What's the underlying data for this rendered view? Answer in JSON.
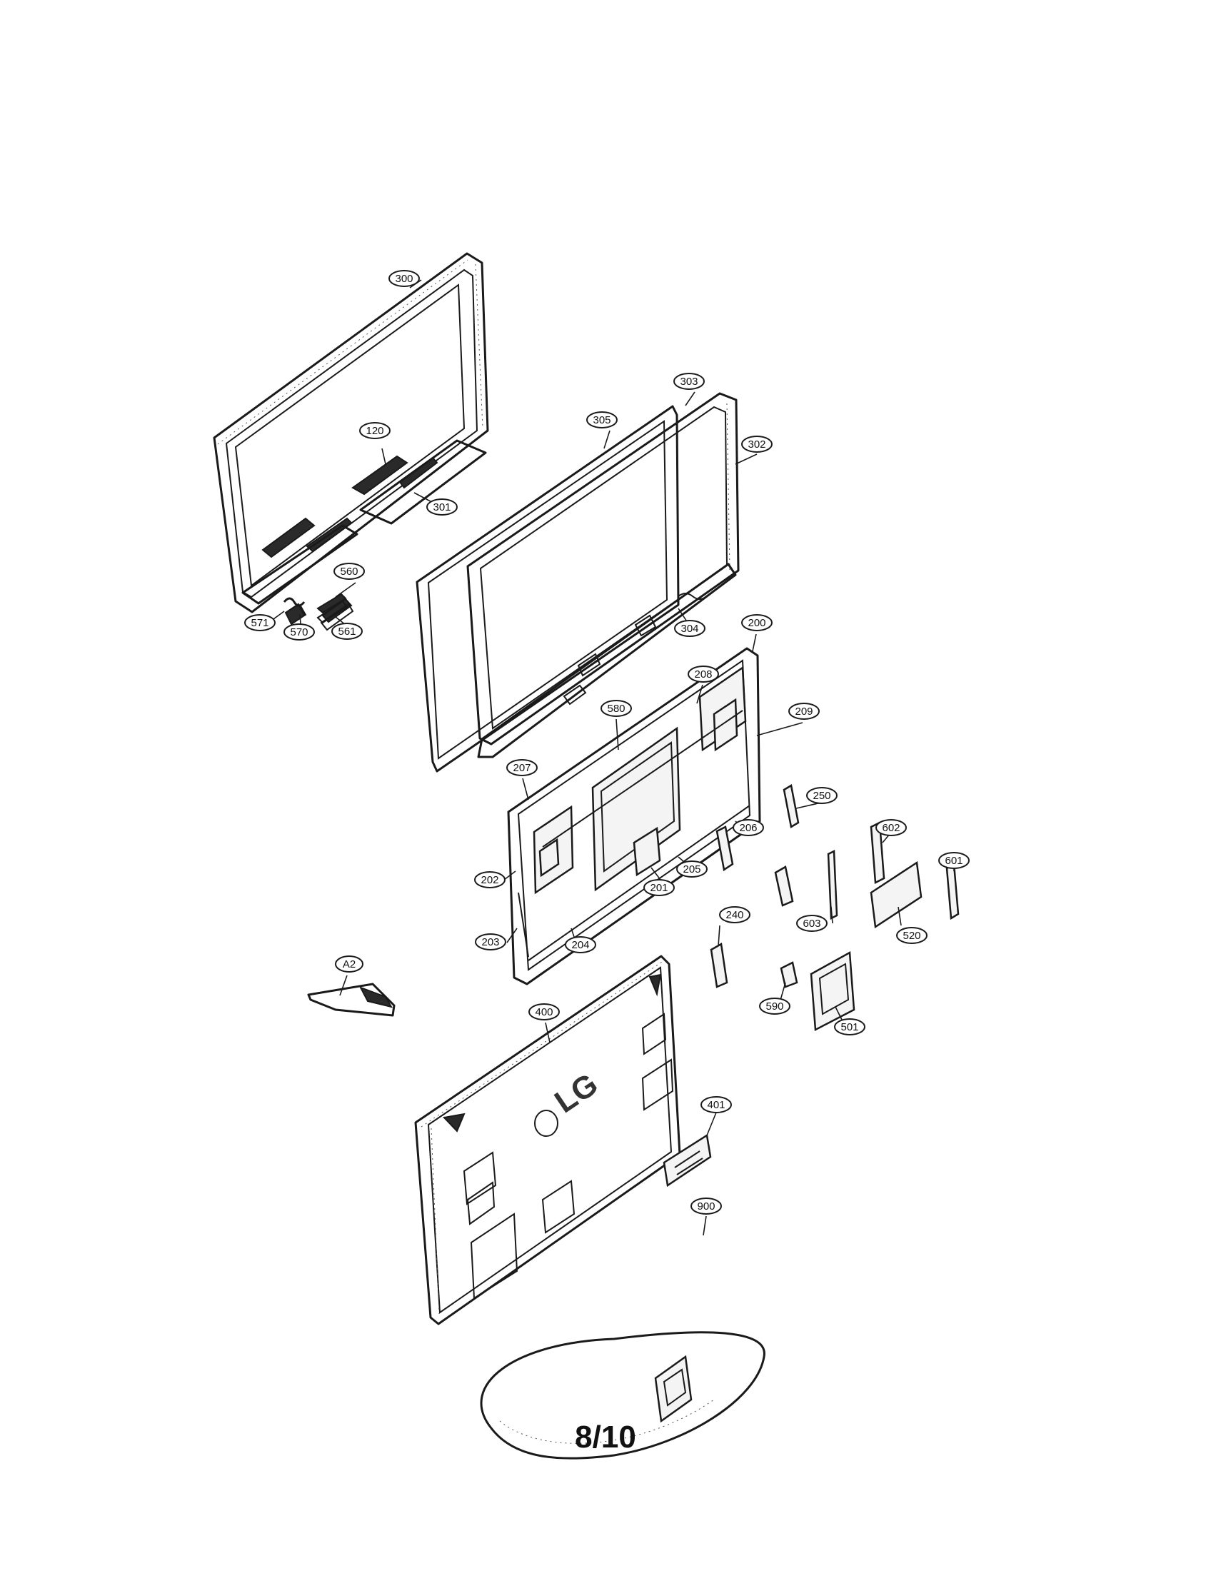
{
  "diagram": {
    "type": "exploded-parts-view",
    "callouts": [
      {
        "id": "300",
        "label": "300"
      },
      {
        "id": "120",
        "label": "120"
      },
      {
        "id": "301",
        "label": "301"
      },
      {
        "id": "560",
        "label": "560"
      },
      {
        "id": "571",
        "label": "571"
      },
      {
        "id": "570",
        "label": "570"
      },
      {
        "id": "561",
        "label": "561"
      },
      {
        "id": "303",
        "label": "303"
      },
      {
        "id": "305",
        "label": "305"
      },
      {
        "id": "302",
        "label": "302"
      },
      {
        "id": "304",
        "label": "304"
      },
      {
        "id": "200",
        "label": "200"
      },
      {
        "id": "208",
        "label": "208"
      },
      {
        "id": "580",
        "label": "580"
      },
      {
        "id": "209",
        "label": "209"
      },
      {
        "id": "207",
        "label": "207"
      },
      {
        "id": "250",
        "label": "250"
      },
      {
        "id": "206",
        "label": "206"
      },
      {
        "id": "602",
        "label": "602"
      },
      {
        "id": "601",
        "label": "601"
      },
      {
        "id": "202",
        "label": "202"
      },
      {
        "id": "205",
        "label": "205"
      },
      {
        "id": "201",
        "label": "201"
      },
      {
        "id": "603",
        "label": "603"
      },
      {
        "id": "520",
        "label": "520"
      },
      {
        "id": "203",
        "label": "203"
      },
      {
        "id": "204",
        "label": "204"
      },
      {
        "id": "240",
        "label": "240"
      },
      {
        "id": "A2",
        "label": "A2"
      },
      {
        "id": "590",
        "label": "590"
      },
      {
        "id": "501",
        "label": "501"
      },
      {
        "id": "400",
        "label": "400"
      },
      {
        "id": "401",
        "label": "401"
      },
      {
        "id": "900",
        "label": "900"
      }
    ],
    "back_cover_logo": "LG"
  },
  "page_number": "8/10"
}
